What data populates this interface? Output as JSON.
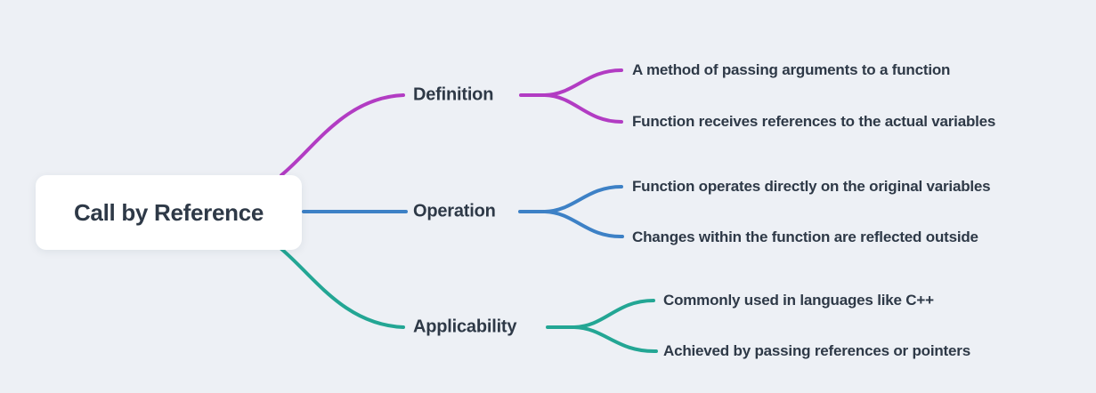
{
  "diagram": {
    "type": "mindmap",
    "background_color": "#edf0f5",
    "text_color": "#2e3947",
    "root": {
      "label": "Call by Reference",
      "bg_color": "#ffffff"
    },
    "branches": [
      {
        "id": "definition",
        "label": "Definition",
        "color": "#b23cc3",
        "children": [
          "A method of passing arguments to a function",
          "Function receives references to the actual variables"
        ]
      },
      {
        "id": "operation",
        "label": "Operation",
        "color": "#3d81c6",
        "children": [
          "Function operates directly on the original variables",
          "Changes within the function are reflected outside"
        ]
      },
      {
        "id": "applicability",
        "label": "Applicability",
        "color": "#23a694",
        "children": [
          "Commonly used in languages like C++",
          "Achieved by passing references or pointers"
        ]
      }
    ]
  }
}
